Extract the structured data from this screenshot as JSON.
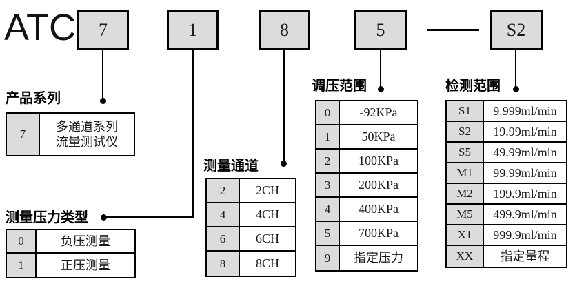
{
  "brand": "ATC",
  "code_segments": [
    "7",
    "1",
    "8",
    "5",
    "S2"
  ],
  "colors": {
    "cell_fill": "#dcdcdc",
    "line": "#000000",
    "background": "#ffffff"
  },
  "sections": [
    {
      "id": "product-series",
      "heading": "产品系列",
      "rows": [
        {
          "code": "7",
          "desc": "多通道系列\n流量测试仪"
        }
      ]
    },
    {
      "id": "pressure-type",
      "heading": "测量压力类型",
      "rows": [
        {
          "code": "0",
          "desc": "负压测量"
        },
        {
          "code": "1",
          "desc": "正压测量"
        }
      ]
    },
    {
      "id": "channels",
      "heading": "测量通道",
      "rows": [
        {
          "code": "2",
          "desc": "2CH"
        },
        {
          "code": "4",
          "desc": "4CH"
        },
        {
          "code": "6",
          "desc": "6CH"
        },
        {
          "code": "8",
          "desc": "8CH"
        }
      ]
    },
    {
      "id": "pressure-range",
      "heading": "调压范围",
      "rows": [
        {
          "code": "0",
          "desc": "-92KPa"
        },
        {
          "code": "1",
          "desc": "50KPa"
        },
        {
          "code": "2",
          "desc": "100KPa"
        },
        {
          "code": "3",
          "desc": "200KPa"
        },
        {
          "code": "4",
          "desc": "400KPa"
        },
        {
          "code": "5",
          "desc": "700KPa"
        },
        {
          "code": "9",
          "desc": "指定压力"
        }
      ]
    },
    {
      "id": "detection-range",
      "heading": "检测范围",
      "rows": [
        {
          "code": "S1",
          "desc": "9.999ml/min"
        },
        {
          "code": "S2",
          "desc": "19.99ml/min"
        },
        {
          "code": "S5",
          "desc": "49.99ml/min"
        },
        {
          "code": "M1",
          "desc": "99.99ml/min"
        },
        {
          "code": "M2",
          "desc": "199.9ml/min"
        },
        {
          "code": "M5",
          "desc": "499.9ml/min"
        },
        {
          "code": "X1",
          "desc": "999.9ml/min"
        },
        {
          "code": "XX",
          "desc": "指定量程"
        }
      ]
    }
  ]
}
